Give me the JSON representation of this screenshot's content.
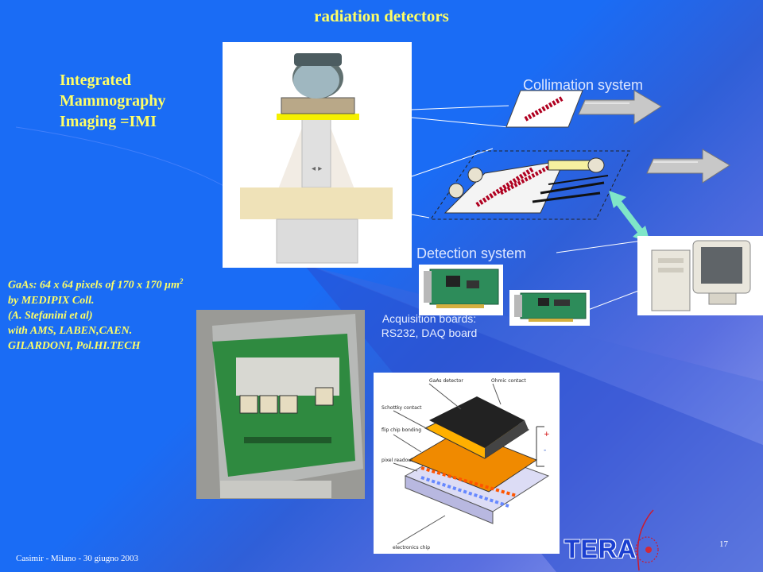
{
  "slide": {
    "title": "radiation detectors",
    "heading_lines": [
      "Integrated",
      "Mammography",
      "Imaging =IMI"
    ],
    "labels": {
      "collimation": "Collimation system",
      "detection": "Detection system",
      "acquisition_line1": "Acquisition boards:",
      "acquisition_line2": "RS232, DAQ board"
    },
    "credits": {
      "line1_prefix": "GaAs: 64 x 64 pixels of 170 x 170 ",
      "line1_unit": "μm",
      "line1_sup": "2",
      "line2": "by MEDIPIX Coll.",
      "line3": "(A. Stefanini et al)",
      "line4": "with AMS, LABEN,CAEN.",
      "line5": "GILARDONI, Pol.HI.TECH"
    },
    "footer": "Casimir - Milano - 30 giugno 2003",
    "page_number": "17",
    "logo_text": "TERA"
  },
  "diagram_labels": {
    "gaas_detector": "GaAs detector",
    "ohmic_contact": "Ohmic contact",
    "schottky_contact": "Schottky contact",
    "flip_chip_bonding": "flip chip bonding",
    "pixel_readout": "pixel readout",
    "electronics_chip": "electronics chip",
    "plus": "+",
    "minus": "-"
  },
  "colors": {
    "background": "#1a6cf5",
    "title_yellow": "#ffff66",
    "label_light": "#dde6ff",
    "logo_blue": "#1b3fd0"
  }
}
